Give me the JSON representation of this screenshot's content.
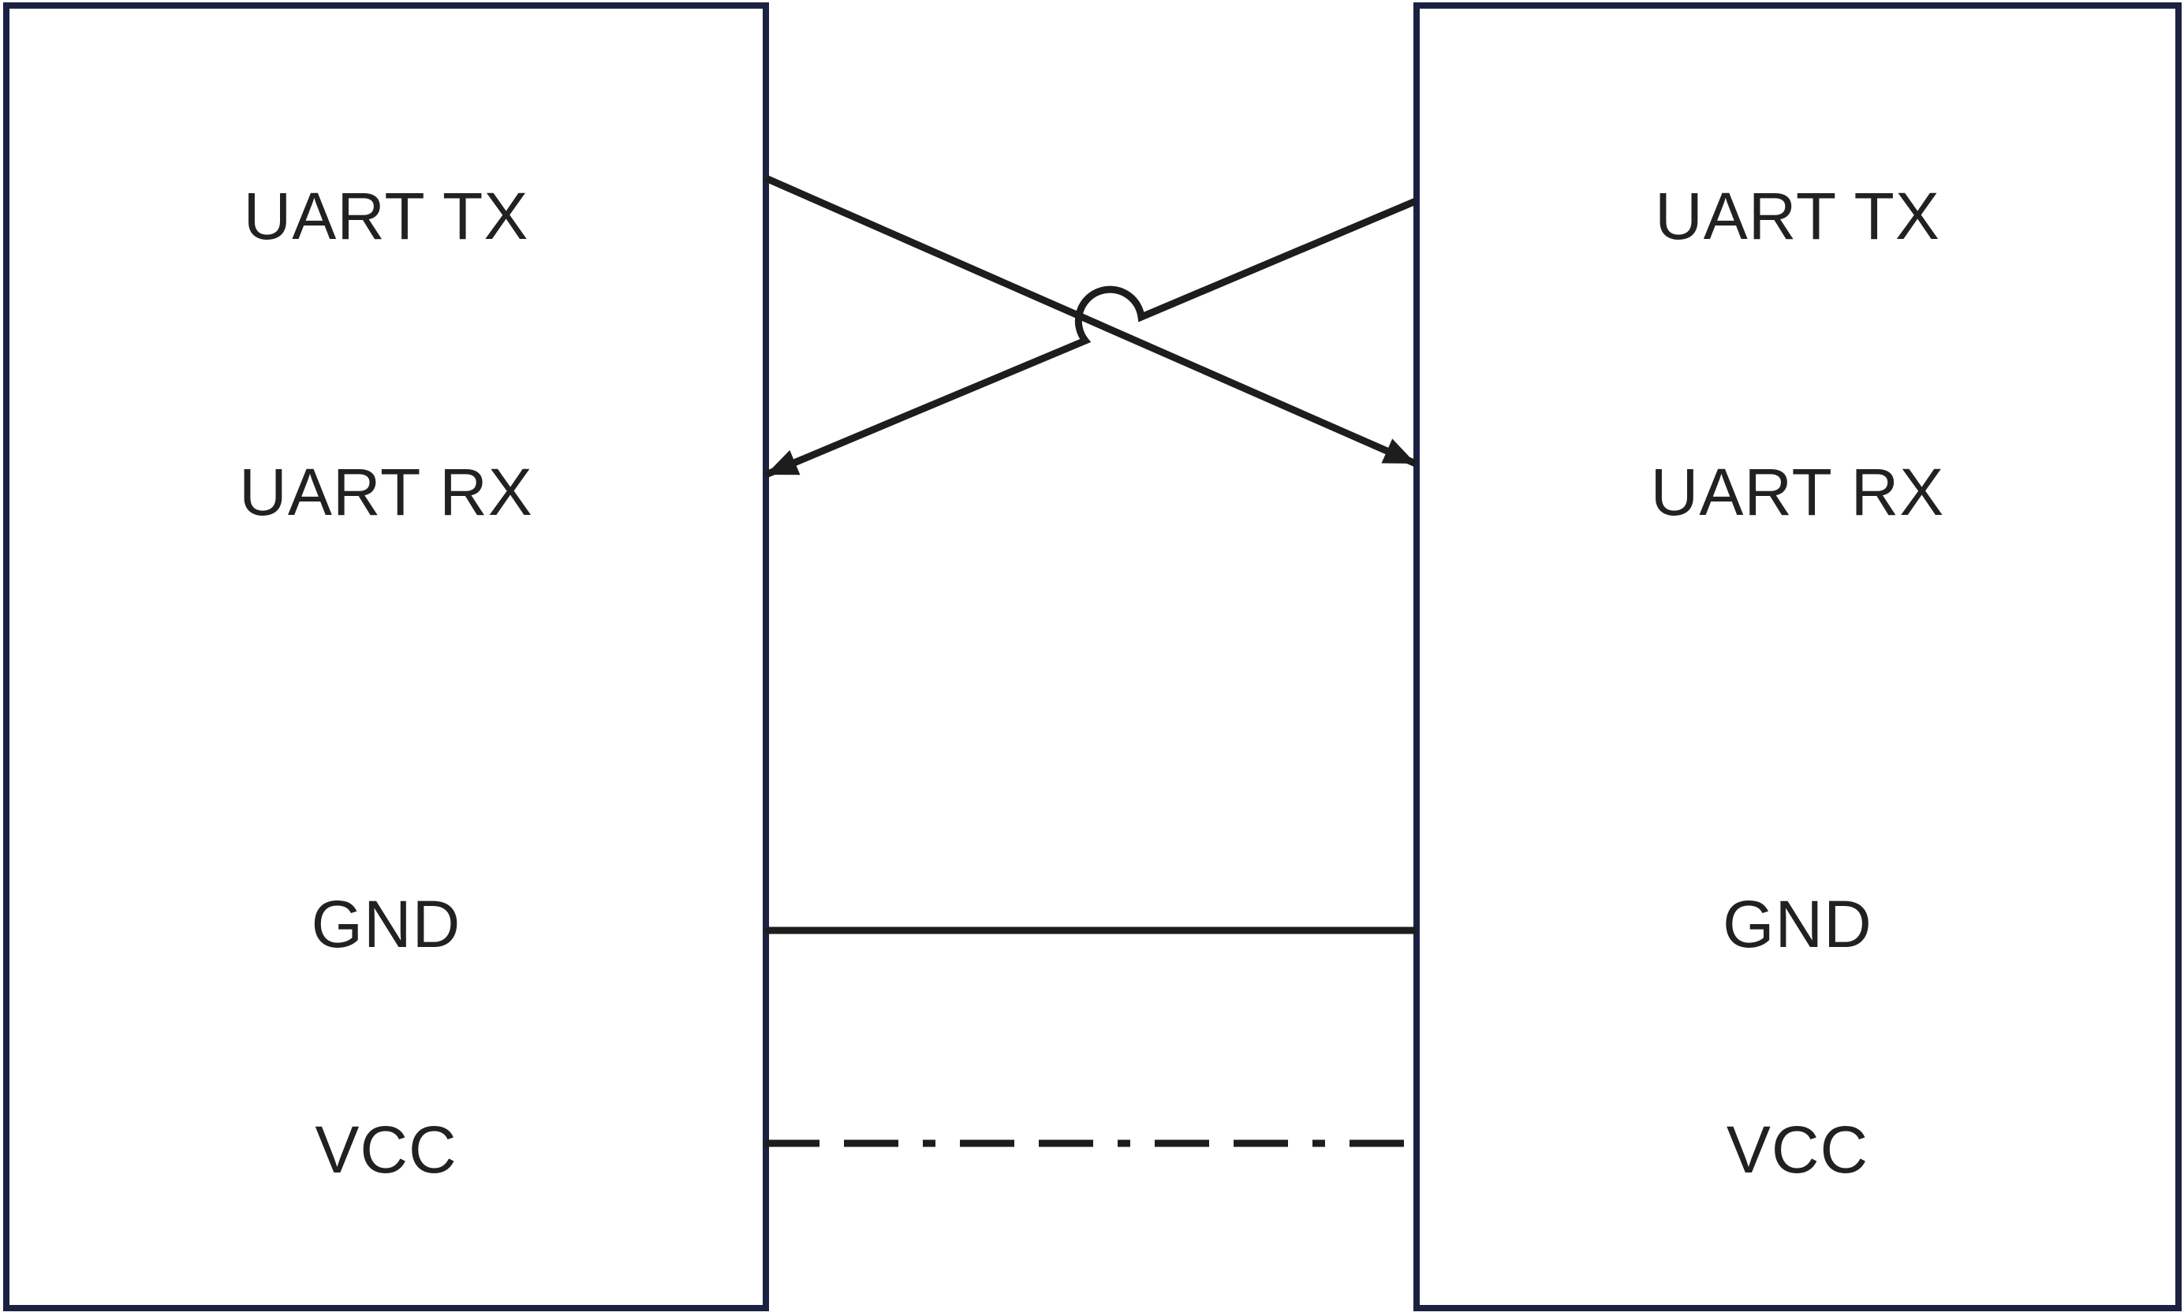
{
  "boxes": {
    "left": {
      "pins": [
        {
          "label": "UART TX"
        },
        {
          "label": "UART RX"
        },
        {
          "label": "GND"
        },
        {
          "label": "VCC"
        }
      ]
    },
    "right": {
      "pins": [
        {
          "label": "UART TX"
        },
        {
          "label": "UART RX"
        },
        {
          "label": "GND"
        },
        {
          "label": "VCC"
        }
      ]
    }
  },
  "connections": [
    {
      "name": "tx-left-to-rx-right",
      "from": "left UART TX",
      "to": "right UART RX",
      "style": "solid",
      "arrowhead": "at-right-end"
    },
    {
      "name": "tx-right-to-rx-left",
      "from": "right UART TX",
      "to": "left UART RX",
      "style": "solid",
      "arrowhead": "at-left-end",
      "line_jump_hop": true
    },
    {
      "name": "gnd-to-gnd",
      "from": "left GND",
      "to": "right GND",
      "style": "solid",
      "arrowhead": "none"
    },
    {
      "name": "vcc-to-vcc",
      "from": "left VCC",
      "to": "right VCC",
      "style": "dash-dot",
      "arrowhead": "none"
    }
  ],
  "colors": {
    "background": "#ffffff",
    "box_border": "#1b2140",
    "wire": "#1d1d1d",
    "text": "#212121"
  }
}
